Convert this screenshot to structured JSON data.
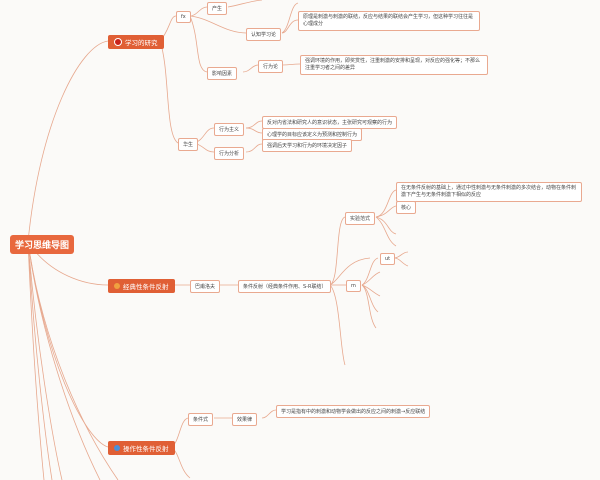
{
  "root": {
    "label": "学习思维导图"
  },
  "branches": {
    "learning_research": {
      "label": "学习的研究",
      "icon": "red-dot-icon",
      "fx": "fx",
      "produce": "产生",
      "cognitive": "认知学习论",
      "cognitive_desc": "原理是刺激与刺激的联结，反应与结果的联结会产生学习，但这种学习往往是心理成分",
      "influence": "影响因素",
      "behaviorism": "行为论",
      "behaviorism_desc": "强调环境的作用，即奖赏性，注重刺激的安排和呈现，对反应的强化等；不那么注重学习者之间的差异",
      "huasheng": "华生",
      "behavior_def": "行为主义",
      "behavior_def_desc": "反对内省法和研究人的意识状态，主张研究可观察的行为",
      "psych_def_desc": "心理学的目标应该定义为预测和控制行为",
      "behavior_analysis": "行为分析",
      "behavior_analysis_desc": "强调后天学习和行为的环境决定因子"
    },
    "classical": {
      "label": "经典性条件反射",
      "icon": "orange-dot-icon",
      "pavlov": "巴甫洛夫",
      "reflex": "条件反射（经典条件作用、S-R联结）",
      "experiment": "实验范式",
      "experiment_desc": "在无条件反射的基础上，通过中性刺激与无条件刺激的多次结合，动物在条件刺激下产生与无条件刺激下相似的反应",
      "core": "核心",
      "ut": "ut",
      "m": "m"
    },
    "operant": {
      "label": "操作性条件反射",
      "icon": "blue-dot-icon",
      "conditions": "条件式",
      "bionics": "效果律",
      "bionics_desc": "学习是指有中的刺激和动物学会做出的反应之间的刺激→反应联结"
    }
  },
  "colors": {
    "link": "#e7a88e",
    "accent": "#e05f35",
    "root": "#e8683e"
  }
}
